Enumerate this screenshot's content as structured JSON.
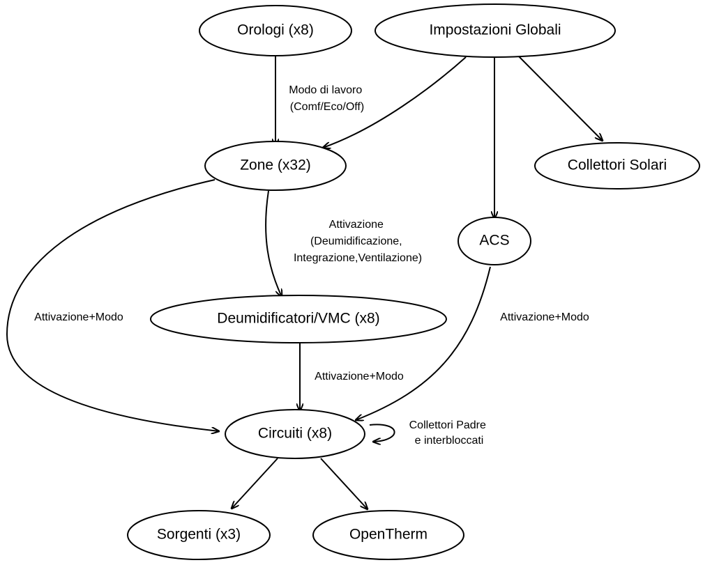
{
  "nodes": {
    "orologi": "Orologi (x8)",
    "impostazioni": "Impostazioni Globali",
    "zone": "Zone (x32)",
    "collettori_solari": "Collettori Solari",
    "acs": "ACS",
    "deumidificatori": "Deumidificatori/VMC (x8)",
    "circuiti": "Circuiti (x8)",
    "sorgenti": "Sorgenti (x3)",
    "opentherm": "OpenTherm"
  },
  "edge_labels": {
    "orologi_zone": [
      "Modo di lavoro",
      "(Comf/Eco/Off)"
    ],
    "zone_deum": [
      "Attivazione",
      "(Deumidificazione,",
      "Integrazione,Ventilazione)"
    ],
    "zone_circuiti": "Attivazione+Modo",
    "deum_circuiti": "Attivazione+Modo",
    "acs_circuiti": "Attivazione+Modo",
    "circuiti_self": [
      "Collettori Padre",
      "e interbloccati"
    ]
  }
}
